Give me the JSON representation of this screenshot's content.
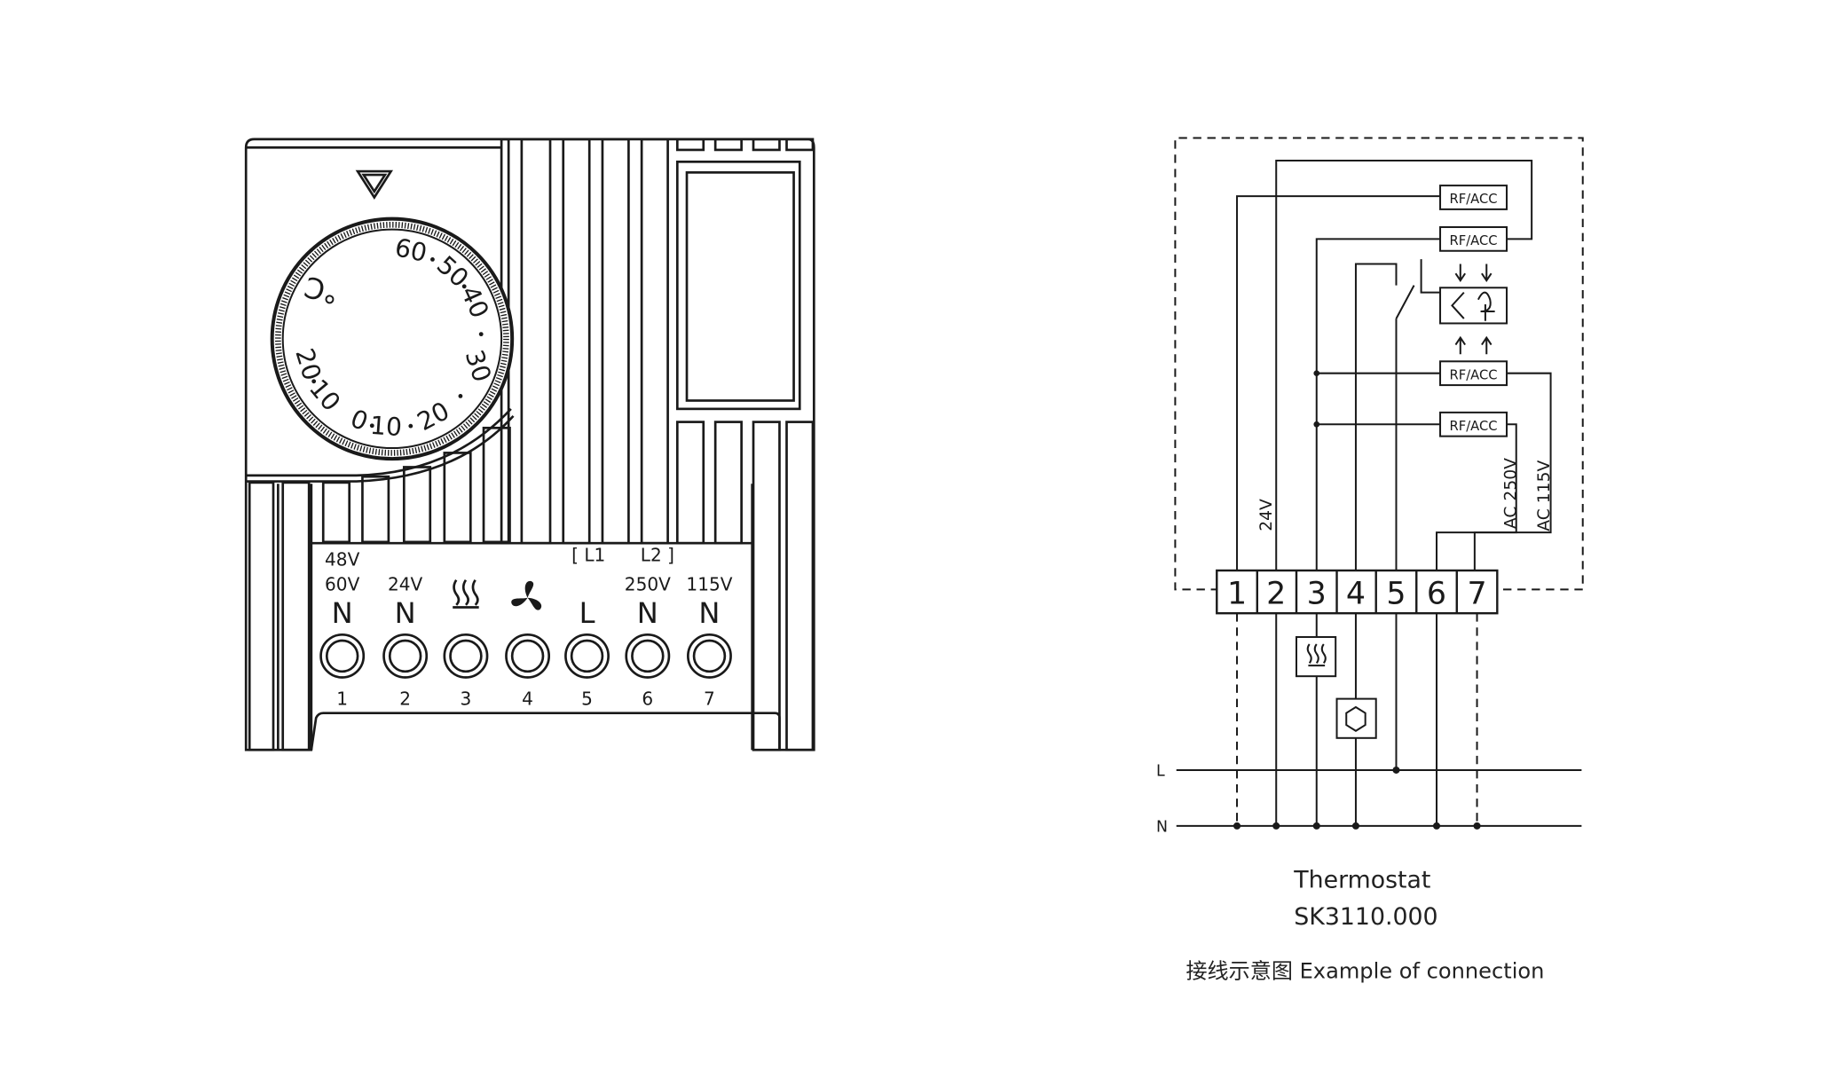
{
  "dial": {
    "unit": "°C",
    "scale": [
      "0",
      "10",
      "20",
      "30",
      "40",
      "50",
      "60",
      "10",
      "20"
    ]
  },
  "slots": {
    "bracket_l1": "[ L1",
    "bracket_l2": "L2 ]"
  },
  "terminals": [
    {
      "voltage_top": "48V",
      "voltage": "60V",
      "label": "N",
      "icon": "",
      "number": "1"
    },
    {
      "voltage_top": "",
      "voltage": "24V",
      "label": "N",
      "icon": "",
      "number": "2"
    },
    {
      "voltage_top": "",
      "voltage": "",
      "label": "",
      "icon": "heater-icon",
      "number": "3"
    },
    {
      "voltage_top": "",
      "voltage": "",
      "label": "",
      "icon": "fan-icon",
      "number": "4"
    },
    {
      "voltage_top": "",
      "voltage": "",
      "label": "L",
      "icon": "",
      "number": "5"
    },
    {
      "voltage_top": "",
      "voltage": "250V",
      "label": "N",
      "icon": "",
      "number": "6"
    },
    {
      "voltage_top": "",
      "voltage": "115V",
      "label": "N",
      "icon": "",
      "number": "7"
    }
  ],
  "wiring": {
    "boxes": [
      "RF/ACC",
      "RF/ACC",
      "RF/ACC",
      "RF/ACC"
    ],
    "terminal_numbers": [
      "1",
      "2",
      "3",
      "4",
      "5",
      "6",
      "7"
    ],
    "voltage_labels": [
      "24V",
      "AC 250V",
      "AC 115V"
    ],
    "line_labels": [
      "L",
      "N"
    ]
  },
  "caption": {
    "product": "Thermostat",
    "model": "SK3110.000",
    "subtitle": "接线示意图 Example of connection"
  }
}
